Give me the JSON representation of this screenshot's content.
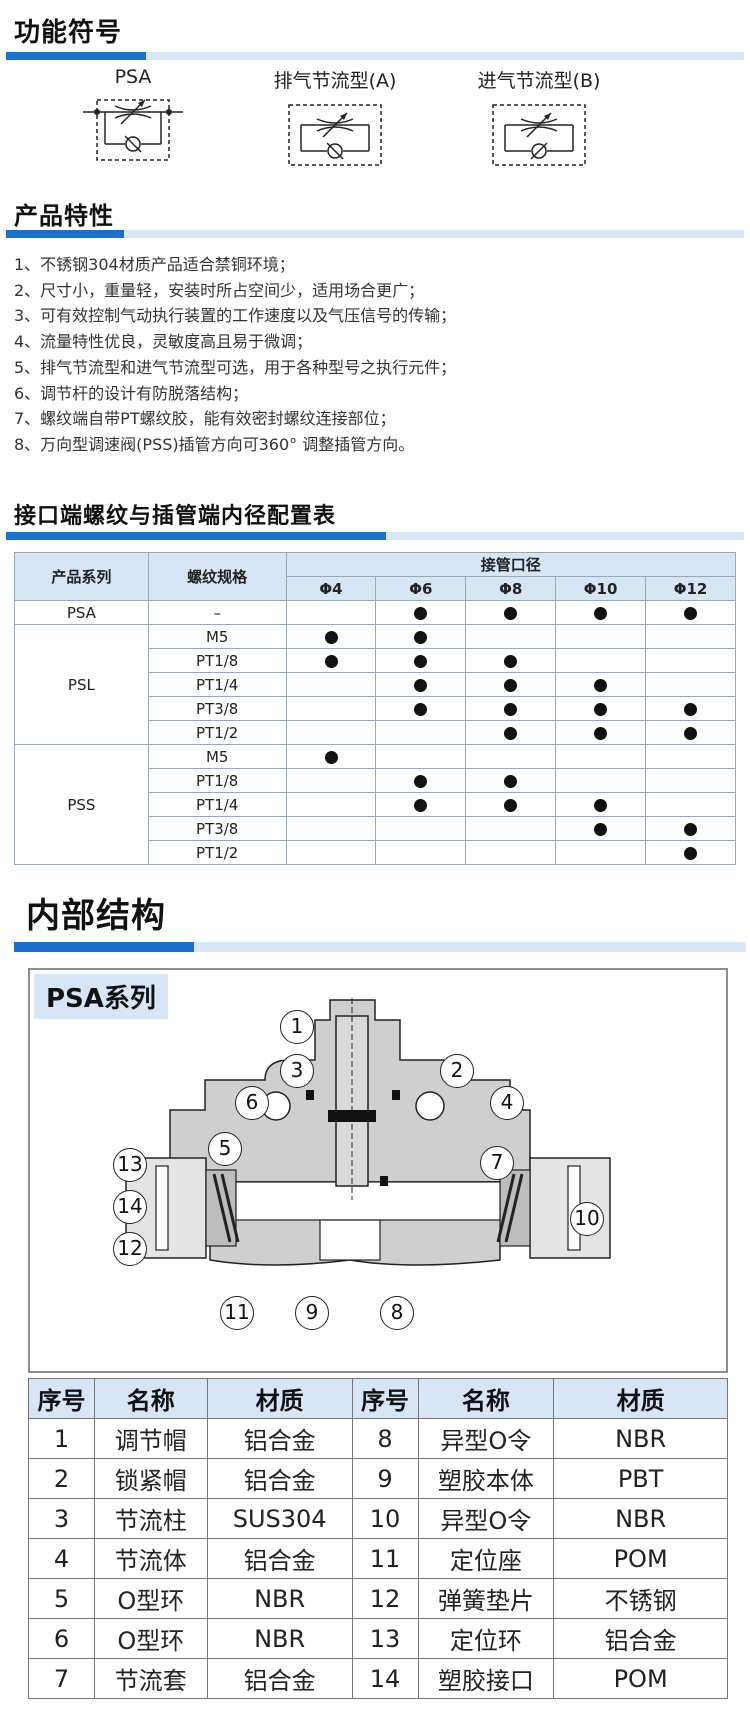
{
  "sections": {
    "symbols": "功能符号",
    "features": "产品特性",
    "config": "接口端螺纹与插管端内径配置表",
    "structure": "内部结构"
  },
  "symbols": [
    {
      "label": "PSA"
    },
    {
      "label": "排气节流型(A)"
    },
    {
      "label": "进气节流型(B)"
    }
  ],
  "features": [
    "1、不锈钢304材质产品适合禁铜环境；",
    "2、尺寸小，重量轻，安装时所占空间少，适用场合更广；",
    "3、可有效控制气动执行装置的工作速度以及气压信号的传输；",
    "4、流量特性优良，灵敏度高且易于微调；",
    "5、排气节流型和进气节流型可选，用于各种型号之执行元件；",
    "6、调节杆的设计有防脱落结构；",
    "7、螺纹端自带PT螺纹胶，能有效密封螺纹连接部位；",
    "8、万向型调速阀(PSS)插管方向可360° 调整插管方向。"
  ],
  "config_table": {
    "headers": {
      "series": "产品系列",
      "thread": "螺纹规格",
      "tube": "接管口径"
    },
    "sizes": [
      "Φ4",
      "Φ6",
      "Φ8",
      "Φ10",
      "Φ12"
    ],
    "groups": [
      {
        "series": "PSA",
        "rows": [
          {
            "thread": "–",
            "marks": [
              false,
              true,
              true,
              true,
              true
            ]
          }
        ]
      },
      {
        "series": "PSL",
        "rows": [
          {
            "thread": "M5",
            "marks": [
              true,
              true,
              false,
              false,
              false
            ]
          },
          {
            "thread": "PT1/8",
            "marks": [
              true,
              true,
              true,
              false,
              false
            ]
          },
          {
            "thread": "PT1/4",
            "marks": [
              false,
              true,
              true,
              true,
              false
            ]
          },
          {
            "thread": "PT3/8",
            "marks": [
              false,
              true,
              true,
              true,
              true
            ]
          },
          {
            "thread": "PT1/2",
            "marks": [
              false,
              false,
              true,
              true,
              true
            ]
          }
        ]
      },
      {
        "series": "PSS",
        "rows": [
          {
            "thread": "M5",
            "marks": [
              true,
              false,
              false,
              false,
              false
            ]
          },
          {
            "thread": "PT1/8",
            "marks": [
              false,
              true,
              true,
              false,
              false
            ]
          },
          {
            "thread": "PT1/4",
            "marks": [
              false,
              true,
              true,
              true,
              false
            ]
          },
          {
            "thread": "PT3/8",
            "marks": [
              false,
              false,
              false,
              true,
              true
            ]
          },
          {
            "thread": "PT1/2",
            "marks": [
              false,
              false,
              false,
              false,
              true
            ]
          }
        ]
      }
    ]
  },
  "diagram": {
    "tag": "PSA系列",
    "callouts": [
      "1",
      "2",
      "3",
      "4",
      "5",
      "6",
      "7",
      "8",
      "9",
      "10",
      "11",
      "12",
      "13",
      "14"
    ]
  },
  "parts_table": {
    "headers": [
      "序号",
      "名称",
      "材质",
      "序号",
      "名称",
      "材质"
    ],
    "rows": [
      [
        "1",
        "调节帽",
        "铝合金",
        "8",
        "异型O令",
        "NBR"
      ],
      [
        "2",
        "锁紧帽",
        "铝合金",
        "9",
        "塑胶本体",
        "PBT"
      ],
      [
        "3",
        "节流柱",
        "SUS304",
        "10",
        "异型O令",
        "NBR"
      ],
      [
        "4",
        "节流体",
        "铝合金",
        "11",
        "定位座",
        "POM"
      ],
      [
        "5",
        "O型环",
        "NBR",
        "12",
        "弹簧垫片",
        "不锈钢"
      ],
      [
        "6",
        "O型环",
        "NBR",
        "13",
        "定位环",
        "铝合金"
      ],
      [
        "7",
        "节流套",
        "铝合金",
        "14",
        "塑胶接口",
        "POM"
      ]
    ]
  }
}
